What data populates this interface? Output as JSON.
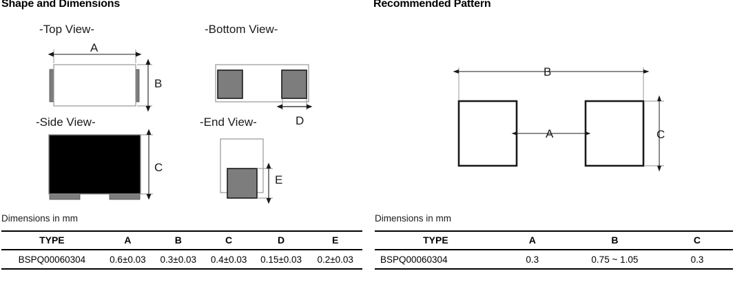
{
  "left": {
    "title": "Shape and Dimensions",
    "views": {
      "top": "-Top View-",
      "bottom": "-Bottom View-",
      "side": "-Side View-",
      "end": "-End View-"
    },
    "dimension_labels": {
      "a": "A",
      "b": "B",
      "c": "C",
      "d": "D",
      "e": "E"
    },
    "units_note": "Dimensions in mm",
    "table": {
      "headers": [
        "TYPE",
        "A",
        "B",
        "C",
        "D",
        "E"
      ],
      "rows": [
        [
          "BSPQ00060304",
          "0.6±0.03",
          "0.3±0.03",
          "0.4±0.03",
          "0.15±0.03",
          "0.2±0.03"
        ]
      ]
    }
  },
  "right": {
    "title": "Recommended Pattern",
    "dimension_labels": {
      "a": "A",
      "b": "B",
      "c": "C"
    },
    "units_note": "Dimensions in mm",
    "table": {
      "headers": [
        "TYPE",
        "A",
        "B",
        "C"
      ],
      "rows": [
        [
          "BSPQ00060304",
          "0.3",
          "0.75 ~ 1.05",
          "0.3"
        ]
      ]
    }
  },
  "colors": {
    "line": "#1a1a1a",
    "thin_line": "#8c8c8c",
    "terminal_gray": "#7d7d7d",
    "body_black": "#000000",
    "body_white": "#ffffff",
    "rule": "#000000"
  }
}
